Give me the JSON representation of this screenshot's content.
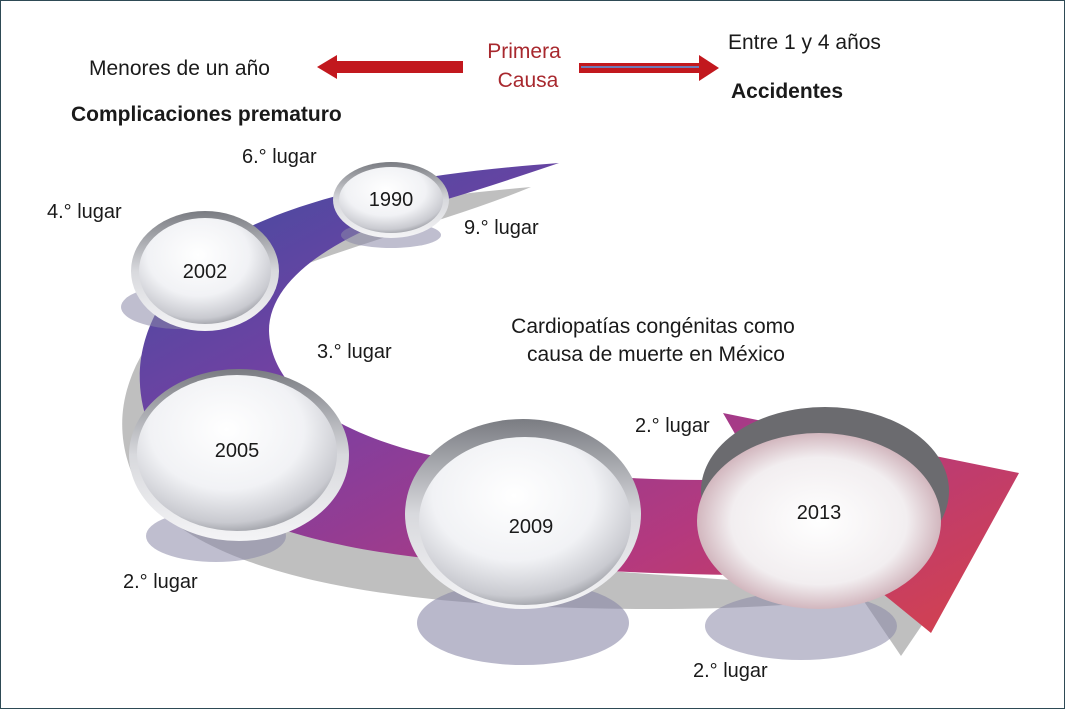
{
  "header": {
    "left_label": "Menores de un año",
    "left_cause": "Complicaciones prematuro",
    "center_line1": "Primera",
    "center_line2": "Causa",
    "right_label": "Entre 1 y 4 años",
    "right_cause": "Accidentes"
  },
  "title": {
    "line1": "Cardiopatías congénitas como",
    "line2": "causa de muerte en México"
  },
  "milestones": [
    {
      "year": "1990",
      "inner_rank": "6.° lugar",
      "outer_rank": "9.° lugar"
    },
    {
      "year": "2002",
      "inner_rank": "4.° lugar",
      "outer_rank": "3.° lugar"
    },
    {
      "year": "2005",
      "inner_rank": "2.° lugar"
    },
    {
      "year": "2009"
    },
    {
      "year": "2013",
      "inner_rank": "2.° lugar",
      "outer_rank": "2.° lugar"
    }
  ],
  "colors": {
    "arrow_red": "#c2181e",
    "center_text": "#a8282e",
    "band_start": "#3d4fa0",
    "band_mid": "#8c3f9e",
    "band_end": "#d3414f",
    "shadow": "#b0b0b0",
    "oval_shadow": "#8a89a8"
  }
}
